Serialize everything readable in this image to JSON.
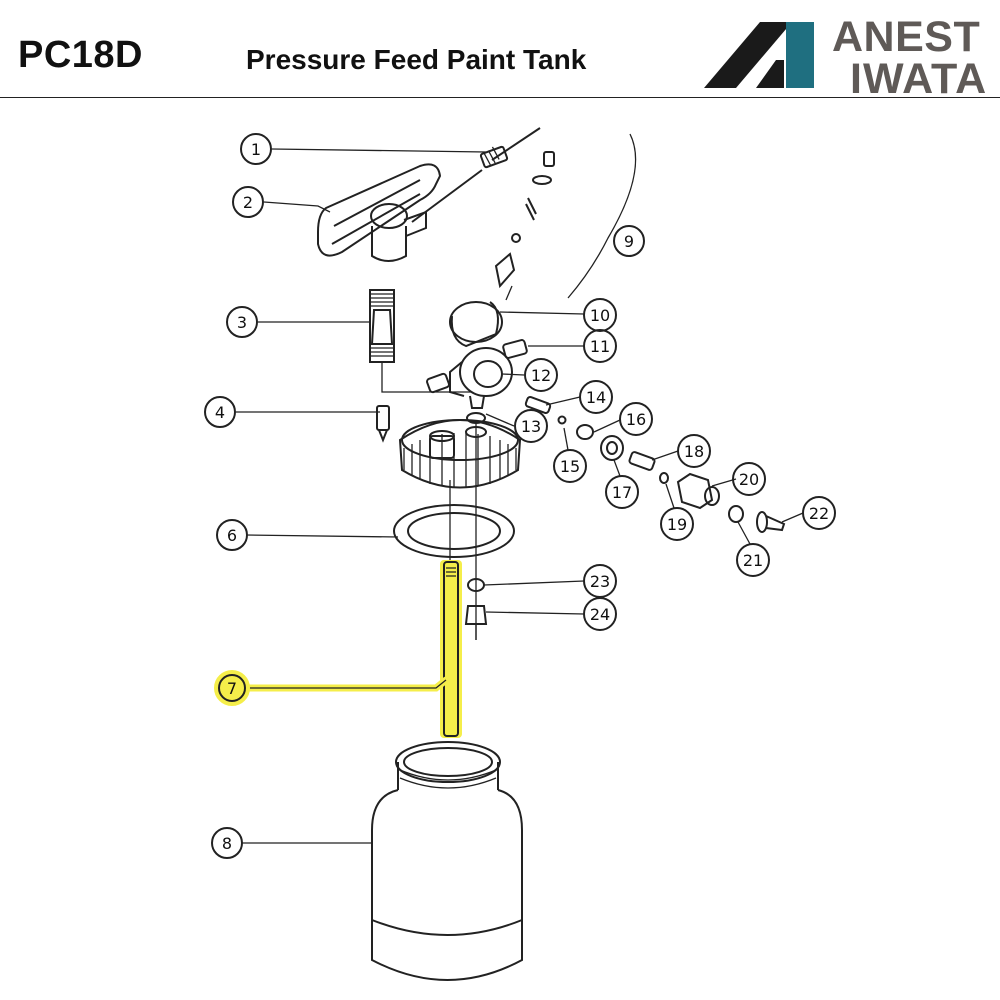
{
  "header": {
    "model": "PC18D",
    "title": "Pressure Feed Paint Tank",
    "brand": {
      "line1": "ANEST",
      "line2": "IWATA",
      "logo_colors": {
        "dark": "#1a1a1a",
        "teal": "#1f6f80",
        "grey": "#5f5a57"
      }
    }
  },
  "diagram": {
    "highlight_color": "#f5ee4a",
    "highlighted_part": "7",
    "callouts": [
      {
        "id": "c1",
        "label": "1"
      },
      {
        "id": "c2",
        "label": "2"
      },
      {
        "id": "c3",
        "label": "3"
      },
      {
        "id": "c4",
        "label": "4"
      },
      {
        "id": "c6",
        "label": "6"
      },
      {
        "id": "c7",
        "label": "7"
      },
      {
        "id": "c8",
        "label": "8"
      },
      {
        "id": "c9",
        "label": "9"
      },
      {
        "id": "c10",
        "label": "10"
      },
      {
        "id": "c11",
        "label": "11"
      },
      {
        "id": "c12",
        "label": "12"
      },
      {
        "id": "c13",
        "label": "13"
      },
      {
        "id": "c14",
        "label": "14"
      },
      {
        "id": "c15",
        "label": "15"
      },
      {
        "id": "c16",
        "label": "16"
      },
      {
        "id": "c17",
        "label": "17"
      },
      {
        "id": "c18",
        "label": "18"
      },
      {
        "id": "c19",
        "label": "19"
      },
      {
        "id": "c20",
        "label": "20"
      },
      {
        "id": "c21",
        "label": "21"
      },
      {
        "id": "c22",
        "label": "22"
      },
      {
        "id": "c23",
        "label": "23"
      },
      {
        "id": "c24",
        "label": "24"
      }
    ]
  }
}
